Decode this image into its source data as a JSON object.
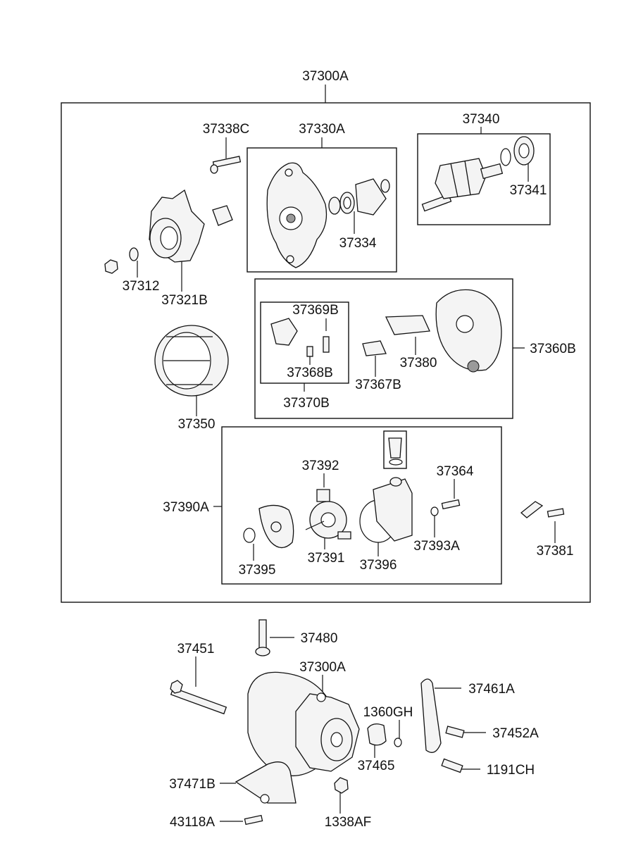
{
  "labels": {
    "assembly_top": "37300A",
    "bolt_through": "37338C",
    "front_bracket": "37330A",
    "rotor": "37340",
    "bearing_rear": "37341",
    "bearing_front": "37334",
    "nut_pulley": "37312",
    "pulley_fan": "37321B",
    "rear_bracket": "37360B",
    "brush_spring": "37369B",
    "brush": "37368B",
    "brush_holder": "37370B",
    "terminal_insulator": "37367B",
    "rectifier": "37380",
    "stator": "37350",
    "vacuum_pump": "37390A",
    "vane": "37392",
    "bolt_pump": "37364",
    "rotor_pump": "37391",
    "oring_small": "37395",
    "housing_pump": "37396",
    "washer_pump": "37393A",
    "bolt_cover": "37381",
    "bolt_adjust": "37480",
    "bolt_long": "37451",
    "assembly_bottom": "37300A",
    "bracket_adjust": "37461A",
    "nut_bottom": "1360GH",
    "bolt_bracket": "37452A",
    "spacer": "37465",
    "bolt_bottom": "1191CH",
    "bracket_lower": "37471B",
    "bolt_small": "43118A",
    "nut_lower": "1338AF"
  }
}
